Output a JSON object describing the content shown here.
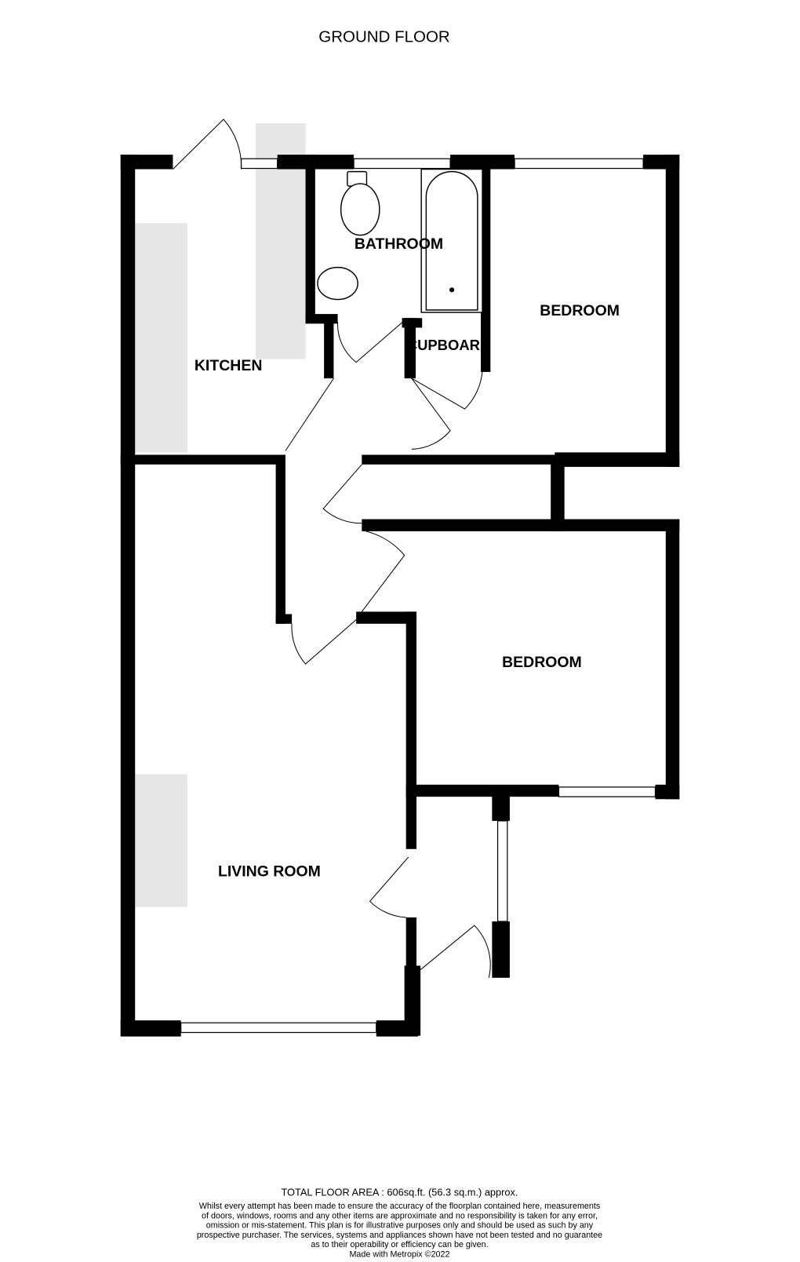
{
  "title": "GROUND FLOOR",
  "rooms": {
    "kitchen": "KITCHEN",
    "bathroom": "BATHROOM",
    "bedroom_1": "BEDROOM",
    "cupboard": "CUPBOARD",
    "bedroom_2": "BEDROOM",
    "living_room": "LIVING ROOM"
  },
  "footer": {
    "total_area": "TOTAL FLOOR AREA : 606sq.ft. (56.3 sq.m.) approx.",
    "disclaimer": [
      "Whilst every attempt has been made to ensure the accuracy of the floorplan contained here, measurements",
      "of doors, windows, rooms and any other items are approximate and no responsibility is taken for any error,",
      "omission or mis-statement. This plan is for illustrative purposes only and should be used as such by any",
      "prospective purchaser. The services, systems and appliances shown have not been tested and no guarantee",
      "as to their operability or efficiency can be given."
    ],
    "credit": "Made with Metropix ©2022"
  },
  "colors": {
    "wall": "#000000",
    "fixture": "#e6e6e6"
  }
}
